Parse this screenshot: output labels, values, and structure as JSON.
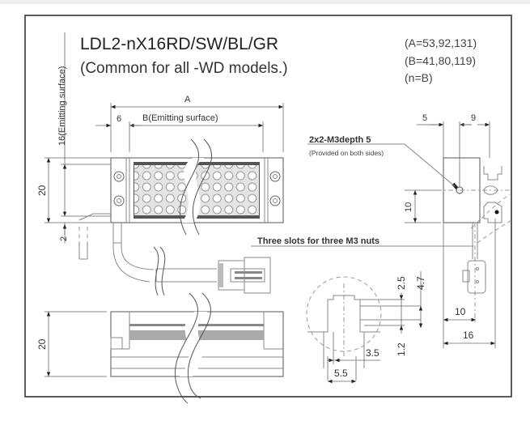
{
  "drawing": {
    "title": "LDL2-nX16RD/SW/BL/GR",
    "subtitle": "(Common for all -WD models.)",
    "parameters": [
      "(A=53,92,131)",
      "(B=41,80,119)",
      "(n=B)"
    ],
    "labels": {
      "dim_A": "A",
      "dim_B": "B(Emitting surface)",
      "dim_6": "6",
      "dim_16_emitting": "16(Emitting surface)",
      "dim_20_front": "20",
      "dim_2": "2",
      "dim_5": "5",
      "dim_9": "9",
      "dim_10_side": "10",
      "screw_note": "2x2-M3depth 5",
      "screw_note_sub": "(Provided on both sides)",
      "slots_note": "Three slots for three M3 nuts",
      "dim_20_bottom": "20",
      "dim_2_5": "2.5",
      "dim_4_7": "4.7",
      "dim_1_2": "1.2",
      "dim_3_5": "3.5",
      "dim_5_5": "5.5",
      "dim_10_bottom": "10",
      "dim_16_bottom": "16"
    }
  }
}
